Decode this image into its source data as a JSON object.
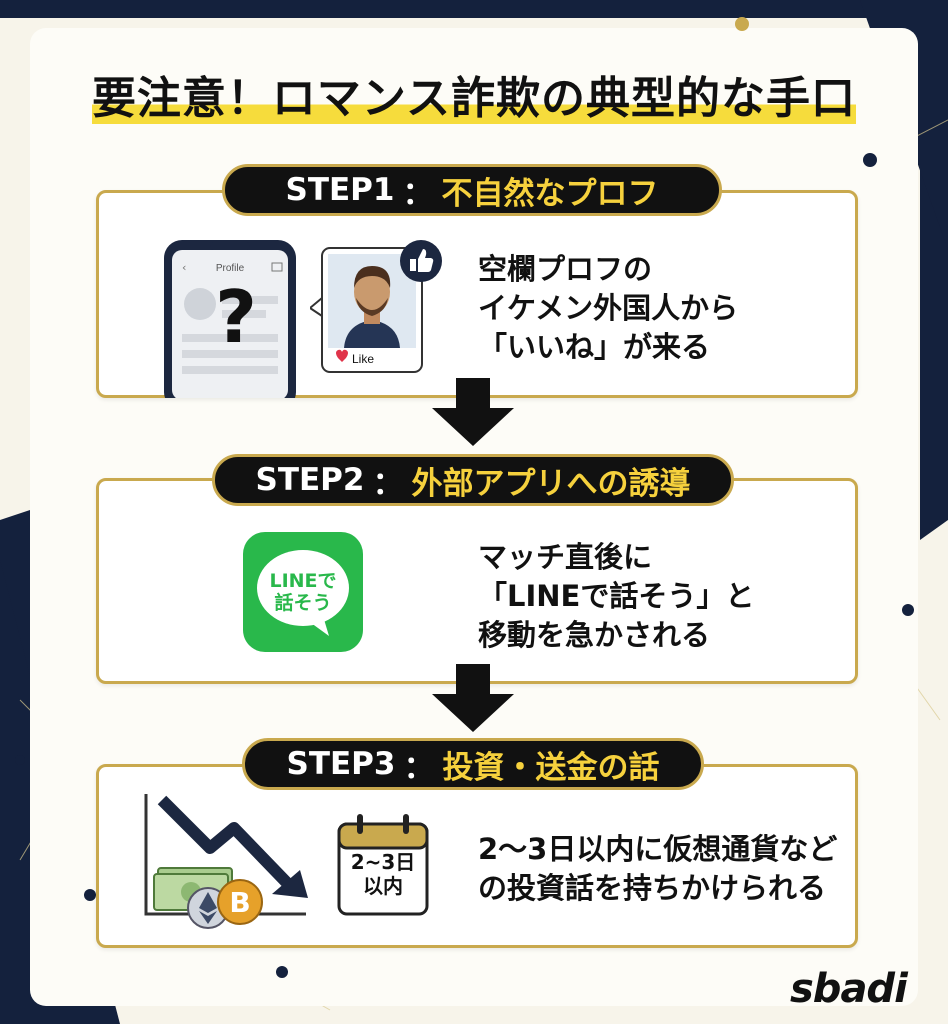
{
  "title": "要注意！ロマンス詐欺の典型的な手口",
  "steps": [
    {
      "label": "STEP1",
      "separator": "：",
      "heading": "不自然なプロフ",
      "description_lines": [
        "空欄プロフの",
        "イケメン外国人から",
        "「いいね」が来る"
      ],
      "illustration": {
        "phone_header": "Profile",
        "phone_mark": "?",
        "like_label": "Like",
        "icons": [
          "smartphone-icon",
          "question-mark-icon",
          "man-portrait",
          "thumbs-up-icon",
          "heart-icon"
        ]
      }
    },
    {
      "label": "STEP2",
      "separator": "：",
      "heading": "外部アプリへの誘導",
      "description_lines": [
        "マッチ直後に",
        "「LINEで話そう」と",
        "移動を急かされる"
      ],
      "illustration": {
        "app_text": "LINEで\n話そう",
        "icons": [
          "line-app-icon",
          "speech-bubble-icon"
        ]
      }
    },
    {
      "label": "STEP3",
      "separator": "：",
      "heading": "投資・送金の話",
      "description_lines": [
        "2～3日以内に仮想通貨など",
        "の投資話を持ちかけられる"
      ],
      "illustration": {
        "calendar_text": "2~3日\n以内",
        "icons": [
          "falling-chart-icon",
          "cash-icon",
          "ethereum-coin-icon",
          "bitcoin-coin-icon",
          "calendar-icon"
        ]
      }
    }
  ],
  "logo": "sbadi",
  "colors": {
    "navy": "#14213d",
    "gold": "#c9a94e",
    "highlight_yellow": "#f6dc3c",
    "line_green": "#29b84b",
    "pill_black": "#111111"
  }
}
